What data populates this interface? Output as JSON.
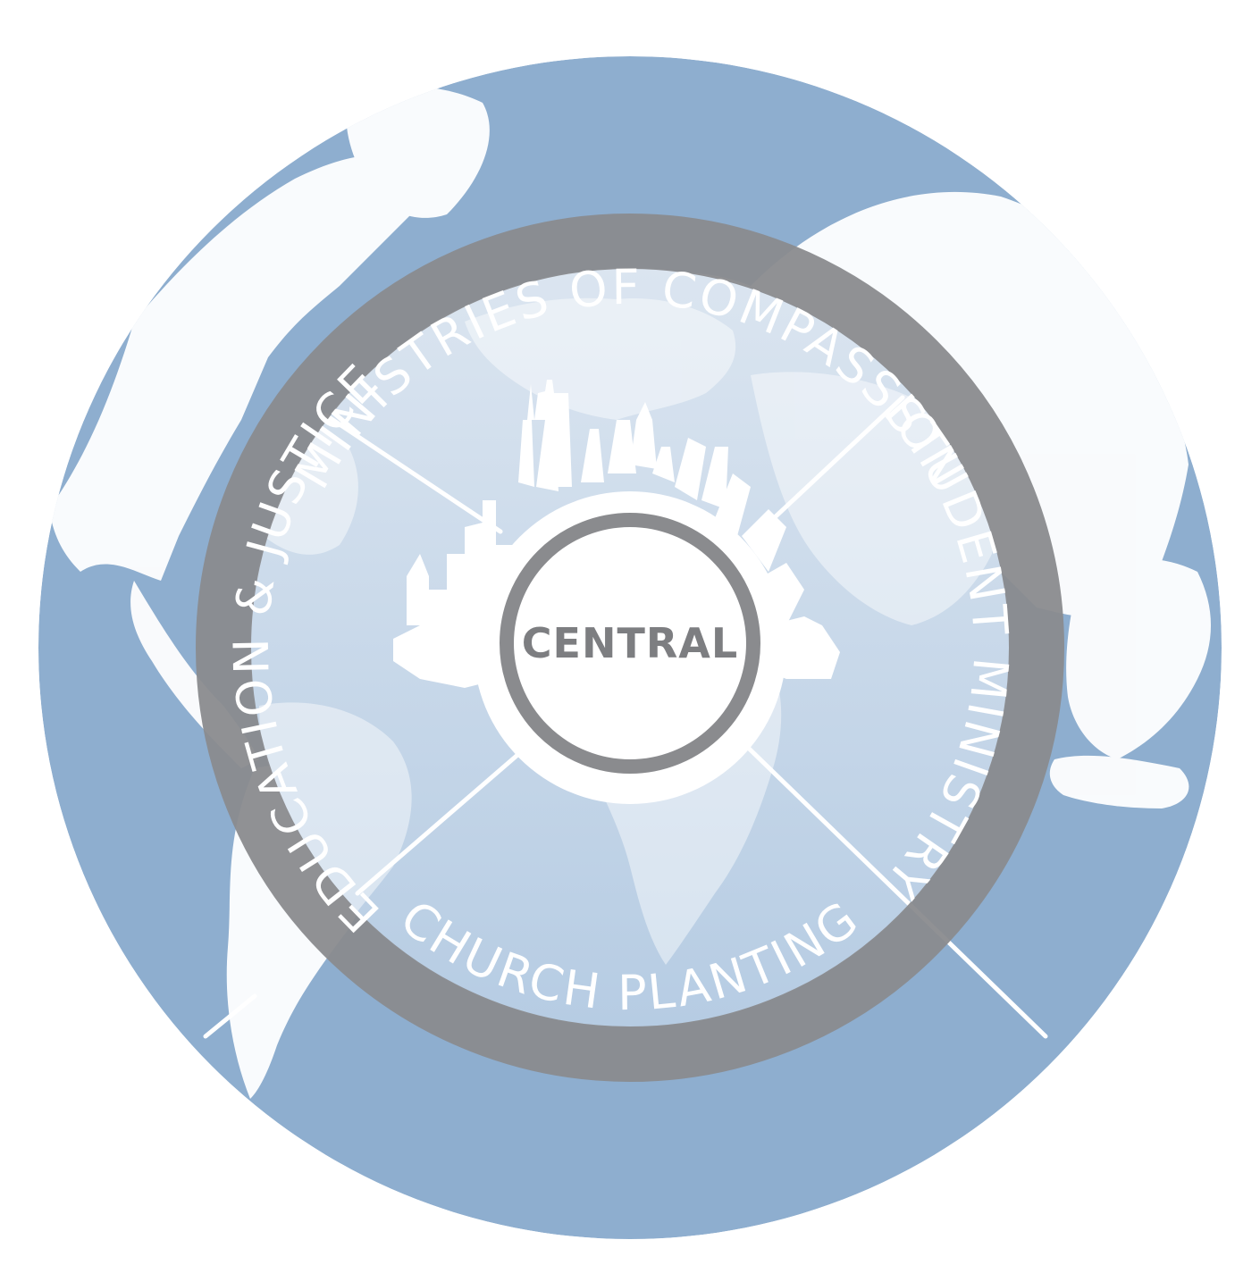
{
  "diagram": {
    "center_label": "CENTRAL",
    "segments": [
      {
        "label": "MINISTRIES OF COMPASSION"
      },
      {
        "label": "STUDENT MINISTRY"
      },
      {
        "label": "CHURCH PLANTING"
      },
      {
        "label": "EDUCATION & JUSTICE"
      }
    ]
  },
  "colors": {
    "globe_ocean": "#8eaecf",
    "land_outer": "#ffffff",
    "inner_disc_top": "#dbe5f0",
    "inner_disc_bottom": "#b6cce3",
    "ring": "#8a8b8e",
    "ring_text": "#ffffff",
    "center_border": "#8a8b8e",
    "center_fill": "#ffffff",
    "center_text": "#7d7e81",
    "divider": "#ffffff",
    "skyline": "#ffffff"
  },
  "icons": [
    "world-map-icon",
    "city-skyline-icon"
  ]
}
